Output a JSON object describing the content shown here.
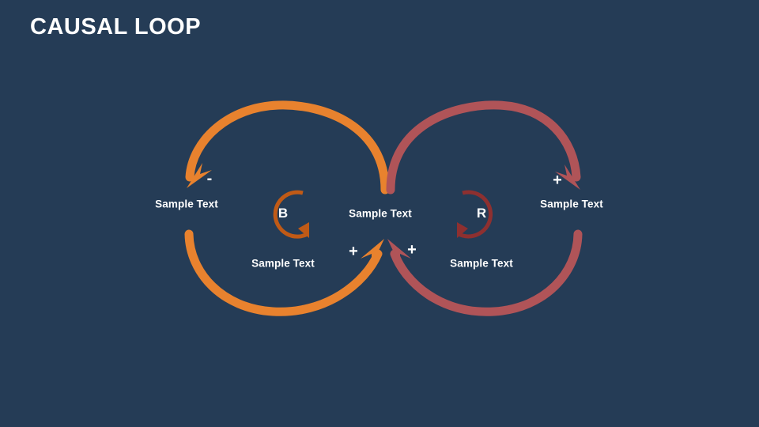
{
  "slide": {
    "title": "CAUSAL LOOP",
    "background_color": "#253c56",
    "text_color": "#ffffff"
  },
  "colors": {
    "balancing_arc": "#e8822e",
    "balancing_marker": "#c05a16",
    "reinforcing_arc": "#b05458",
    "reinforcing_marker": "#8e3030",
    "background": "#253c56",
    "label_text": "#ffffff"
  },
  "diagram": {
    "type": "causal-loop-diagram",
    "loops": [
      {
        "id": "balancing",
        "letter": "B",
        "polarity": "balancing",
        "color": "#e8822e",
        "marker_color": "#c05a16",
        "rotation": "counterclockwise",
        "links": [
          {
            "sign": "-",
            "from": "center-node",
            "to": "left-node"
          },
          {
            "sign": "+",
            "from": "bottom-left-node",
            "to": "center-node"
          }
        ]
      },
      {
        "id": "reinforcing",
        "letter": "R",
        "polarity": "reinforcing",
        "color": "#b05458",
        "marker_color": "#8e3030",
        "rotation": "clockwise",
        "links": [
          {
            "sign": "+",
            "from": "center-node",
            "to": "right-node"
          },
          {
            "sign": "+",
            "from": "bottom-right-node",
            "to": "center-node"
          }
        ]
      }
    ],
    "nodes": [
      {
        "id": "left-node",
        "label": "Sample Text"
      },
      {
        "id": "center-node",
        "label": "Sample Text"
      },
      {
        "id": "right-node",
        "label": "Sample Text"
      },
      {
        "id": "bottom-left-node",
        "label": "Sample Text"
      },
      {
        "id": "bottom-right-node",
        "label": "Sample Text"
      }
    ],
    "signs": {
      "left_minus": "-",
      "right_plus": "+",
      "center_left_plus": "+",
      "center_right_plus": "+"
    }
  }
}
